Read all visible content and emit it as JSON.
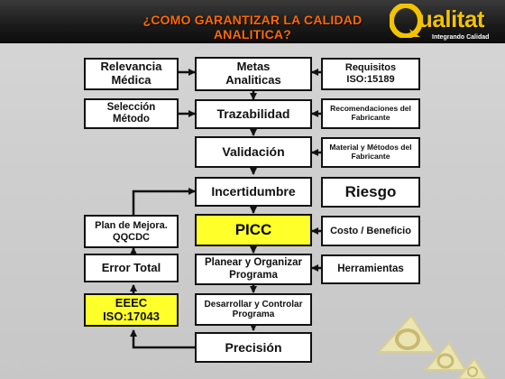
{
  "header": {
    "title": "¿COMO GARANTIZAR LA CALIDAD ANALITICA?",
    "logo_name": "ualitat",
    "logo_subtitle": "Integrando Calidad"
  },
  "left": {
    "relevancia": "Relevancia Médica",
    "seleccion": "Selección Método",
    "plan": "Plan de Mejora. QQCDC",
    "error": "Error Total",
    "eeec": "EEEC ISO:17043"
  },
  "center": {
    "metas": "Metas Analiticas",
    "trazabilidad": "Trazabilidad",
    "validacion": "Validación",
    "incertidumbre": "Incertidumbre",
    "picc": "PICC",
    "planear": "Planear y Organizar Programa",
    "desarrollar": "Desarrollar y Controlar Programa",
    "precision": "Precisión"
  },
  "right": {
    "requisitos": "Requisitos ISO:15189",
    "recomendaciones": "Recomendaciones del Fabricante",
    "material": "Material y Métodos del Fabricante",
    "riesgo": "Riesgo",
    "costo": "Costo / Beneficio",
    "herramientas": "Herramientas"
  },
  "colors": {
    "accent": "#ff6a00",
    "highlight": "#ffff2a",
    "logo": "#f2c300"
  }
}
